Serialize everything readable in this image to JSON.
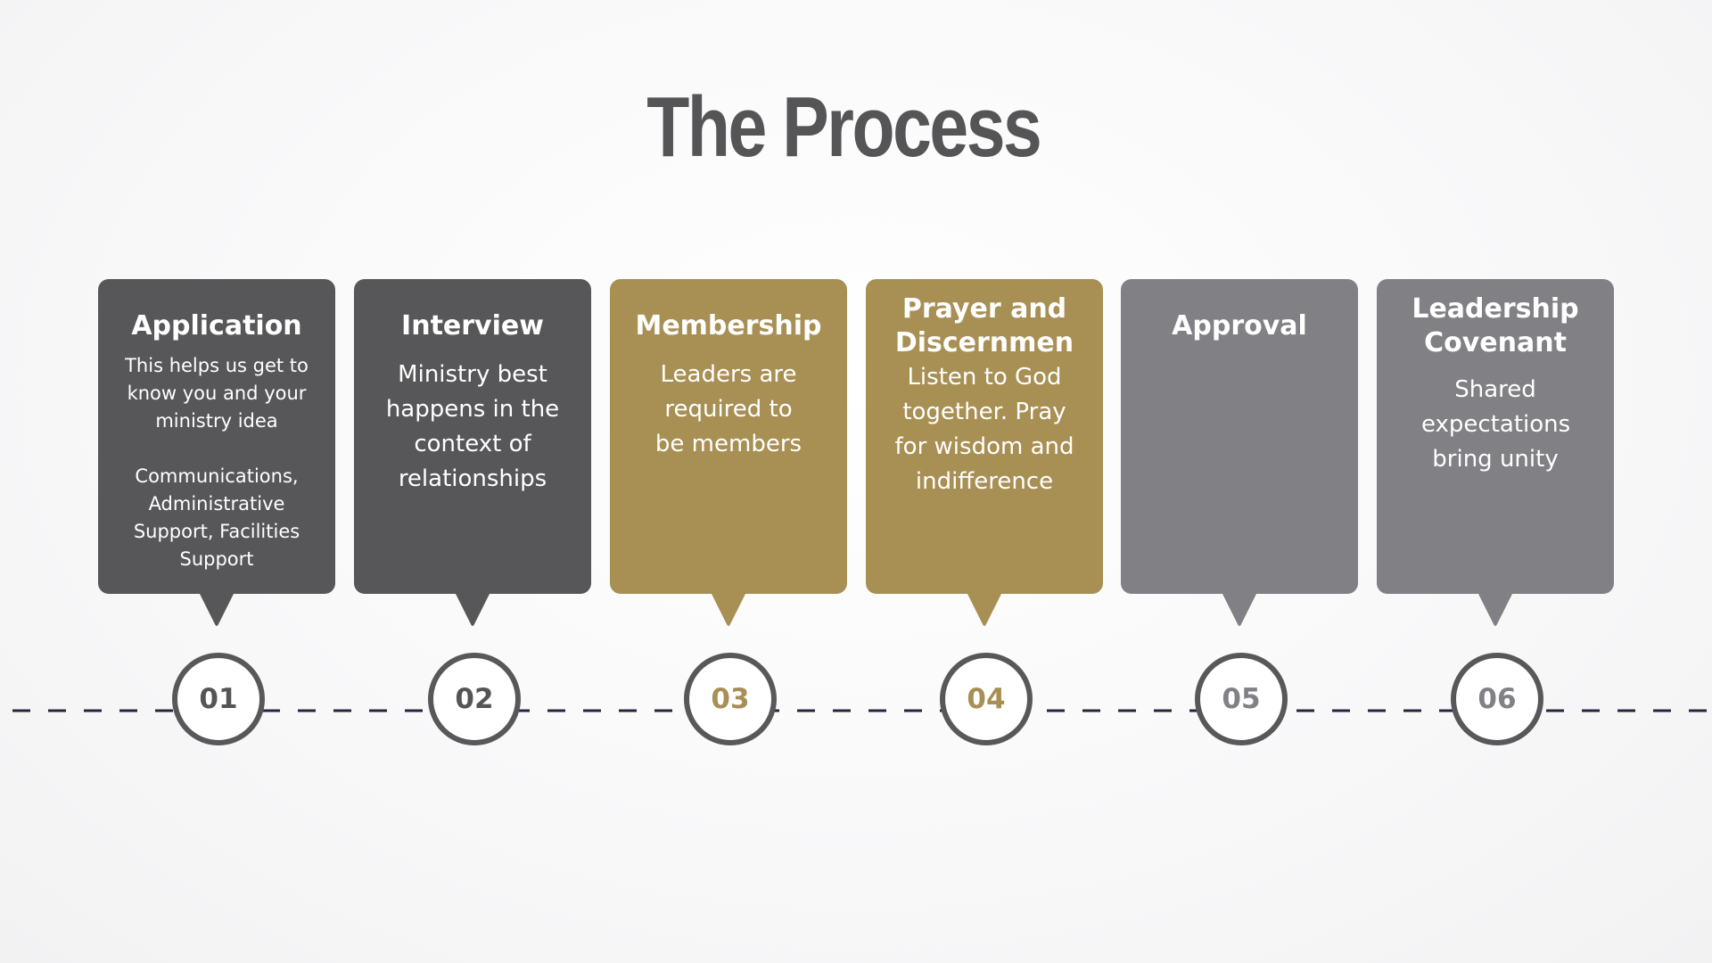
{
  "title": "The Process",
  "colors": {
    "dark": "#57575a",
    "gold": "#a88f54",
    "gray": "#808085",
    "timeline": "#2a2240"
  },
  "steps": [
    {
      "number": "01",
      "heading": "Application",
      "body_1": "This helps us get to know you and your ministry idea",
      "body_2": "Communications, Administrative Support, Facilities Support"
    },
    {
      "number": "02",
      "heading": "Interview",
      "body_1": "Ministry best happens in the context of relationships"
    },
    {
      "number": "03",
      "heading": "Membership",
      "body_1": "Leaders are required to be members"
    },
    {
      "number": "04",
      "heading": "Prayer and Discernmen",
      "body_1": "Listen to God together. Pray for wisdom and indifference"
    },
    {
      "number": "05",
      "heading": "Approval"
    },
    {
      "number": "06",
      "heading": "Leadership Covenant",
      "body_1": "Shared expectations bring unity"
    }
  ]
}
